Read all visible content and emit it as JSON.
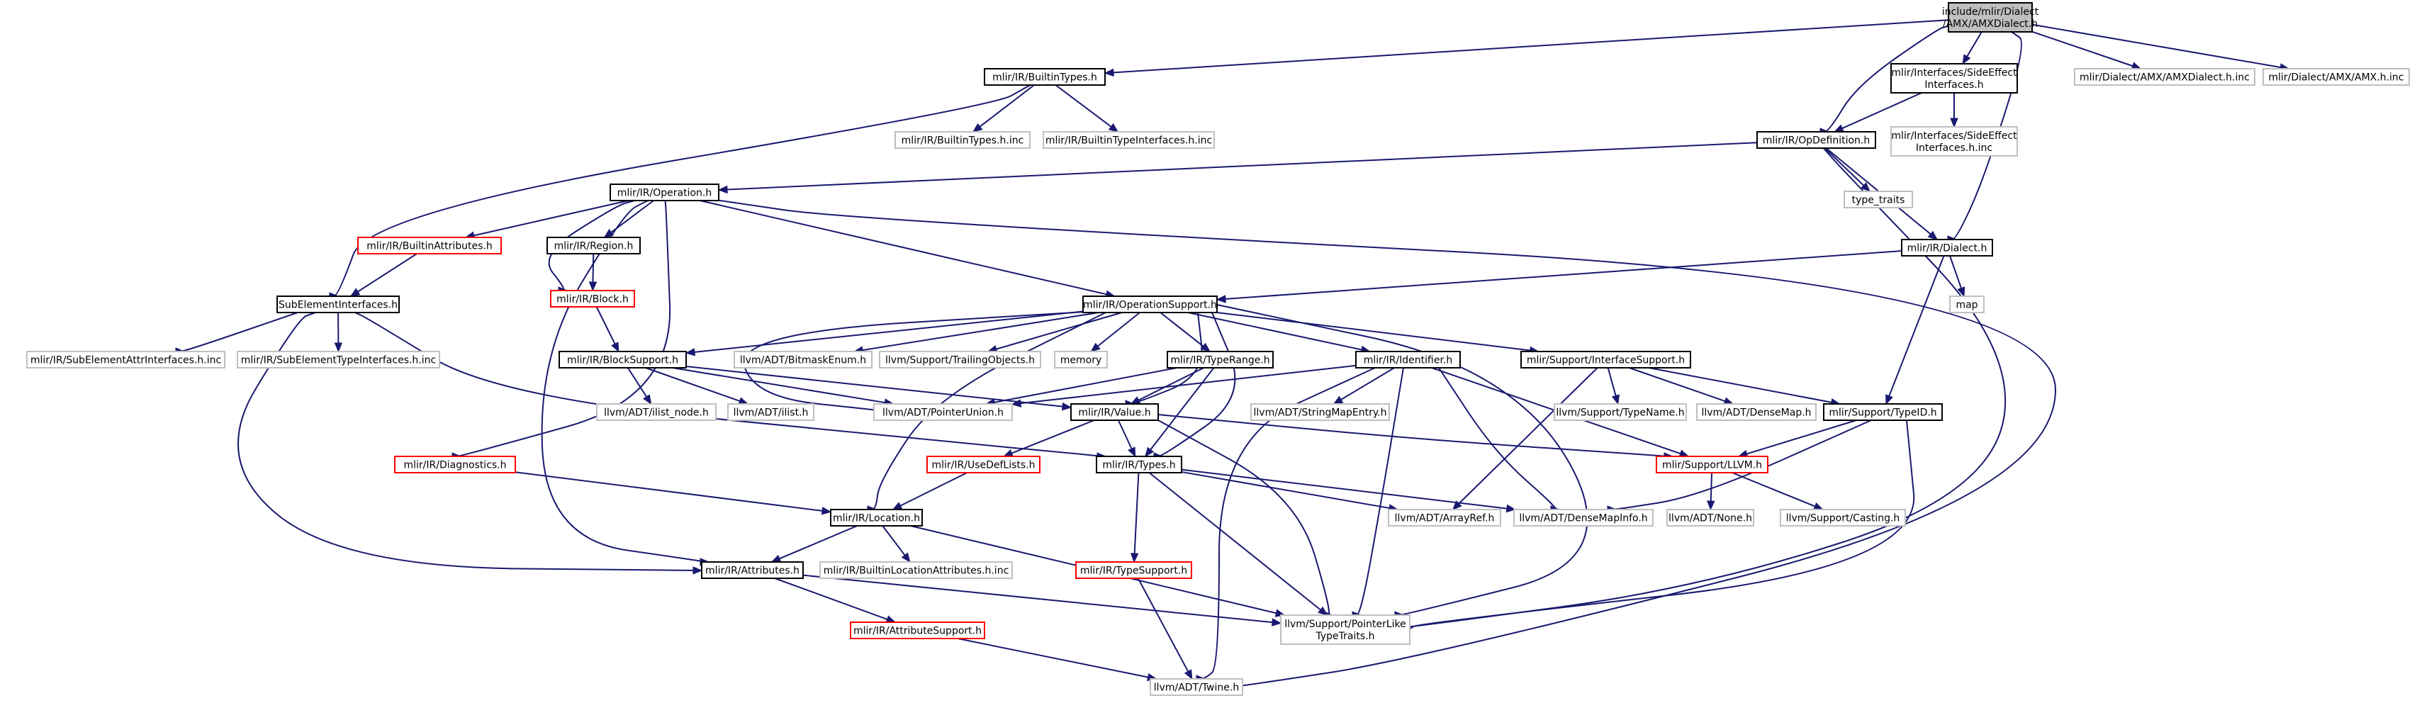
{
  "diagram": {
    "nodes": [
      {
        "id": "root",
        "label": [
          "include/mlir/Dialect",
          "/AMX/AMXDialect.h"
        ],
        "kind": "root"
      },
      {
        "id": "builtintypes",
        "label": [
          "mlir/IR/BuiltinTypes.h"
        ],
        "kind": "normal"
      },
      {
        "id": "sideeffect",
        "label": [
          "mlir/Interfaces/SideEffect",
          "Interfaces.h"
        ],
        "kind": "normal"
      },
      {
        "id": "amxdialectinc",
        "label": [
          "mlir/Dialect/AMX/AMXDialect.h.inc"
        ],
        "kind": "external"
      },
      {
        "id": "amxh",
        "label": [
          "mlir/Dialect/AMX/AMX.h.inc"
        ],
        "kind": "external"
      },
      {
        "id": "builtintypesinc",
        "label": [
          "mlir/IR/BuiltinTypes.h.inc"
        ],
        "kind": "external"
      },
      {
        "id": "builtintypeifinc",
        "label": [
          "mlir/IR/BuiltinTypeInterfaces.h.inc"
        ],
        "kind": "external"
      },
      {
        "id": "opdef",
        "label": [
          "mlir/IR/OpDefinition.h"
        ],
        "kind": "normal"
      },
      {
        "id": "sideeffectinc",
        "label": [
          "mlir/Interfaces/SideEffect",
          "Interfaces.h.inc"
        ],
        "kind": "external"
      },
      {
        "id": "operation",
        "label": [
          "mlir/IR/Operation.h"
        ],
        "kind": "normal"
      },
      {
        "id": "typetraits",
        "label": [
          "type_traits"
        ],
        "kind": "external"
      },
      {
        "id": "dialect",
        "label": [
          "mlir/IR/Dialect.h"
        ],
        "kind": "normal"
      },
      {
        "id": "builtinattrs",
        "label": [
          "mlir/IR/BuiltinAttributes.h"
        ],
        "kind": "truncated"
      },
      {
        "id": "region",
        "label": [
          "mlir/IR/Region.h"
        ],
        "kind": "normal"
      },
      {
        "id": "map",
        "label": [
          "map"
        ],
        "kind": "external"
      },
      {
        "id": "block",
        "label": [
          "mlir/IR/Block.h"
        ],
        "kind": "truncated"
      },
      {
        "id": "subelem",
        "label": [
          "SubElementInterfaces.h"
        ],
        "kind": "normal"
      },
      {
        "id": "opsupport",
        "label": [
          "mlir/IR/OperationSupport.h"
        ],
        "kind": "normal"
      },
      {
        "id": "subattrinc",
        "label": [
          "mlir/IR/SubElementAttrInterfaces.h.inc"
        ],
        "kind": "external"
      },
      {
        "id": "subtypeinc",
        "label": [
          "mlir/IR/SubElementTypeInterfaces.h.inc"
        ],
        "kind": "external"
      },
      {
        "id": "blocksupport",
        "label": [
          "mlir/IR/BlockSupport.h"
        ],
        "kind": "normal"
      },
      {
        "id": "bitmask",
        "label": [
          "llvm/ADT/BitmaskEnum.h"
        ],
        "kind": "external"
      },
      {
        "id": "trailing",
        "label": [
          "llvm/Support/TrailingObjects.h"
        ],
        "kind": "external"
      },
      {
        "id": "memory",
        "label": [
          "memory"
        ],
        "kind": "external"
      },
      {
        "id": "typerange",
        "label": [
          "mlir/IR/TypeRange.h"
        ],
        "kind": "normal"
      },
      {
        "id": "identifier",
        "label": [
          "mlir/IR/Identifier.h"
        ],
        "kind": "normal"
      },
      {
        "id": "ifsupport",
        "label": [
          "mlir/Support/InterfaceSupport.h"
        ],
        "kind": "normal"
      },
      {
        "id": "ilistnode",
        "label": [
          "llvm/ADT/ilist_node.h"
        ],
        "kind": "external"
      },
      {
        "id": "ilist",
        "label": [
          "llvm/ADT/ilist.h"
        ],
        "kind": "external"
      },
      {
        "id": "ptrunion",
        "label": [
          "llvm/ADT/PointerUnion.h"
        ],
        "kind": "external"
      },
      {
        "id": "value",
        "label": [
          "mlir/IR/Value.h"
        ],
        "kind": "normal"
      },
      {
        "id": "strmapentry",
        "label": [
          "llvm/ADT/StringMapEntry.h"
        ],
        "kind": "external"
      },
      {
        "id": "typename",
        "label": [
          "llvm/Support/TypeName.h"
        ],
        "kind": "external"
      },
      {
        "id": "densemap",
        "label": [
          "llvm/ADT/DenseMap.h"
        ],
        "kind": "external"
      },
      {
        "id": "typeid",
        "label": [
          "mlir/Support/TypeID.h"
        ],
        "kind": "normal"
      },
      {
        "id": "diagnostics",
        "label": [
          "mlir/IR/Diagnostics.h"
        ],
        "kind": "truncated"
      },
      {
        "id": "usedef",
        "label": [
          "mlir/IR/UseDefLists.h"
        ],
        "kind": "truncated"
      },
      {
        "id": "types",
        "label": [
          "mlir/IR/Types.h"
        ],
        "kind": "normal"
      },
      {
        "id": "llvmh",
        "label": [
          "mlir/Support/LLVM.h"
        ],
        "kind": "truncated"
      },
      {
        "id": "location",
        "label": [
          "mlir/IR/Location.h"
        ],
        "kind": "normal"
      },
      {
        "id": "arrayref",
        "label": [
          "llvm/ADT/ArrayRef.h"
        ],
        "kind": "external"
      },
      {
        "id": "densemapinfo",
        "label": [
          "llvm/ADT/DenseMapInfo.h"
        ],
        "kind": "external"
      },
      {
        "id": "none",
        "label": [
          "llvm/ADT/None.h"
        ],
        "kind": "external"
      },
      {
        "id": "casting",
        "label": [
          "llvm/Support/Casting.h"
        ],
        "kind": "external"
      },
      {
        "id": "attributes",
        "label": [
          "mlir/IR/Attributes.h"
        ],
        "kind": "normal"
      },
      {
        "id": "builtinlocinc",
        "label": [
          "mlir/IR/BuiltinLocationAttributes.h.inc"
        ],
        "kind": "external"
      },
      {
        "id": "typesupport",
        "label": [
          "mlir/IR/TypeSupport.h"
        ],
        "kind": "truncated"
      },
      {
        "id": "attrsupport",
        "label": [
          "mlir/IR/AttributeSupport.h"
        ],
        "kind": "truncated"
      },
      {
        "id": "ptrlike",
        "label": [
          "llvm/Support/PointerLike",
          "TypeTraits.h"
        ],
        "kind": "external"
      },
      {
        "id": "twine",
        "label": [
          "llvm/ADT/Twine.h"
        ],
        "kind": "external"
      }
    ],
    "edges": [
      [
        "root",
        "builtintypes"
      ],
      [
        "root",
        "sideeffect"
      ],
      [
        "root",
        "opdef"
      ],
      [
        "root",
        "dialect"
      ],
      [
        "root",
        "amxdialectinc"
      ],
      [
        "root",
        "amxh"
      ],
      [
        "builtintypes",
        "builtintypesinc"
      ],
      [
        "builtintypes",
        "builtintypeifinc"
      ],
      [
        "builtintypes",
        "subelem"
      ],
      [
        "sideeffect",
        "opdef"
      ],
      [
        "sideeffect",
        "sideeffectinc"
      ],
      [
        "opdef",
        "operation"
      ],
      [
        "opdef",
        "typetraits"
      ],
      [
        "opdef",
        "dialect"
      ],
      [
        "opdef",
        "ptrlike"
      ],
      [
        "operation",
        "builtinattrs"
      ],
      [
        "operation",
        "region"
      ],
      [
        "operation",
        "block"
      ],
      [
        "operation",
        "opsupport"
      ],
      [
        "operation",
        "diagnostics"
      ],
      [
        "operation",
        "attributes"
      ],
      [
        "operation",
        "twine"
      ],
      [
        "dialect",
        "opsupport"
      ],
      [
        "dialect",
        "map"
      ],
      [
        "dialect",
        "typeid"
      ],
      [
        "builtinattrs",
        "subelem"
      ],
      [
        "region",
        "block"
      ],
      [
        "block",
        "blocksupport"
      ],
      [
        "subelem",
        "subattrinc"
      ],
      [
        "subelem",
        "subtypeinc"
      ],
      [
        "subelem",
        "types"
      ],
      [
        "subelem",
        "attributes"
      ],
      [
        "opsupport",
        "blocksupport"
      ],
      [
        "opsupport",
        "bitmask"
      ],
      [
        "opsupport",
        "trailing"
      ],
      [
        "opsupport",
        "memory"
      ],
      [
        "opsupport",
        "typerange"
      ],
      [
        "opsupport",
        "identifier"
      ],
      [
        "opsupport",
        "ifsupport"
      ],
      [
        "opsupport",
        "ptrunion"
      ],
      [
        "opsupport",
        "value"
      ],
      [
        "opsupport",
        "types"
      ],
      [
        "opsupport",
        "location"
      ],
      [
        "opsupport",
        "ptrlike"
      ],
      [
        "blocksupport",
        "ilistnode"
      ],
      [
        "blocksupport",
        "ilist"
      ],
      [
        "blocksupport",
        "ptrunion"
      ],
      [
        "blocksupport",
        "value"
      ],
      [
        "typerange",
        "ptrunion"
      ],
      [
        "typerange",
        "value"
      ],
      [
        "typerange",
        "types"
      ],
      [
        "identifier",
        "ptrunion"
      ],
      [
        "identifier",
        "strmapentry"
      ],
      [
        "identifier",
        "llvmh"
      ],
      [
        "identifier",
        "densemapinfo"
      ],
      [
        "identifier",
        "ptrlike"
      ],
      [
        "identifier",
        "twine"
      ],
      [
        "ifsupport",
        "typename"
      ],
      [
        "ifsupport",
        "densemap"
      ],
      [
        "ifsupport",
        "typeid"
      ],
      [
        "ifsupport",
        "arrayref"
      ],
      [
        "value",
        "usedef"
      ],
      [
        "value",
        "types"
      ],
      [
        "value",
        "ptrlike"
      ],
      [
        "value",
        "llvmh"
      ],
      [
        "typeid",
        "llvmh"
      ],
      [
        "typeid",
        "ptrlike"
      ],
      [
        "typeid",
        "densemapinfo"
      ],
      [
        "diagnostics",
        "location"
      ],
      [
        "usedef",
        "location"
      ],
      [
        "types",
        "typesupport"
      ],
      [
        "types",
        "arrayref"
      ],
      [
        "types",
        "densemapinfo"
      ],
      [
        "types",
        "ptrlike"
      ],
      [
        "llvmh",
        "none"
      ],
      [
        "llvmh",
        "casting"
      ],
      [
        "location",
        "attributes"
      ],
      [
        "location",
        "builtinlocinc"
      ],
      [
        "location",
        "ptrlike"
      ],
      [
        "attributes",
        "attrsupport"
      ],
      [
        "attributes",
        "ptrlike"
      ],
      [
        "typesupport",
        "twine"
      ],
      [
        "attrsupport",
        "twine"
      ]
    ],
    "colors": {
      "edge": "#191970",
      "normal_border": "#000000",
      "external_border": "#bfbfbf",
      "truncated_border": "#ff0000",
      "root_fill": "#bfbfbf"
    }
  }
}
